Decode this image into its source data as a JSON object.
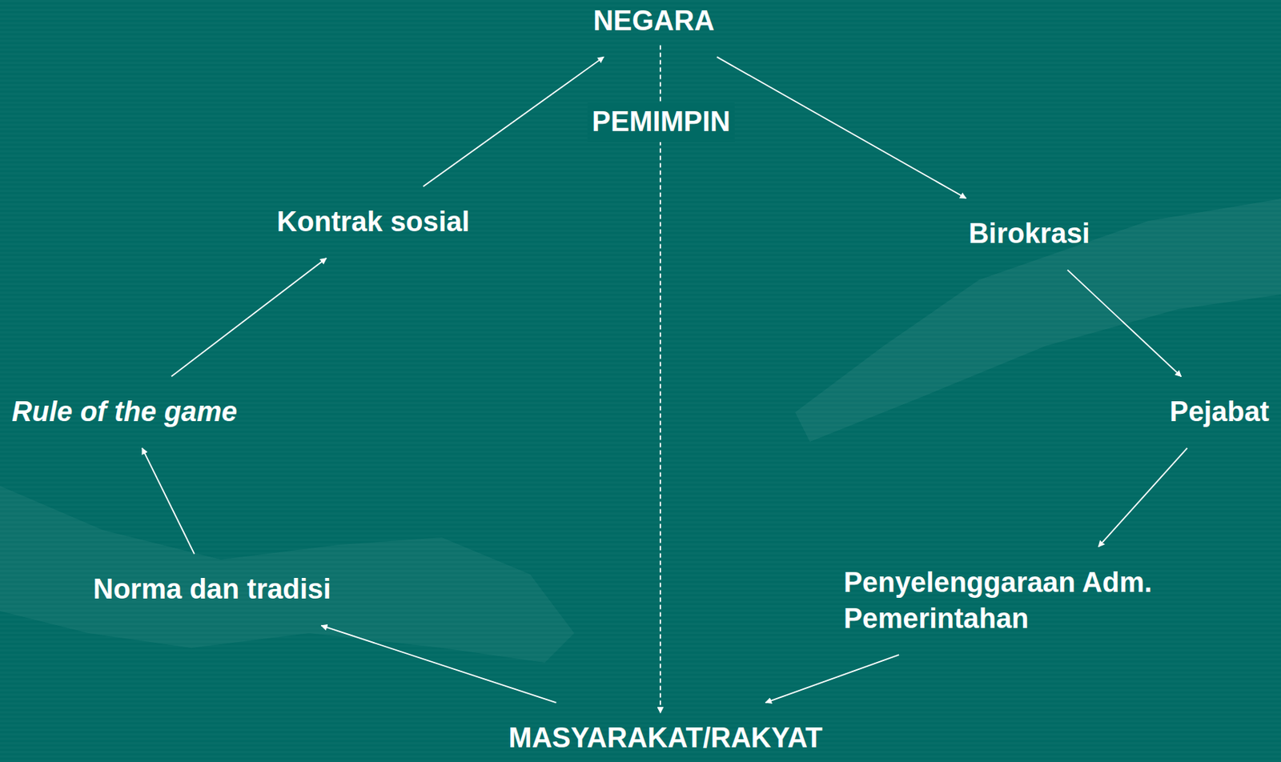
{
  "diagram": {
    "nodes": [
      {
        "text": [
          "NEGARA"
        ]
      },
      {
        "text": [
          "PEMIMPIN"
        ]
      },
      {
        "text": [
          "Kontrak sosial"
        ]
      },
      {
        "text": [
          "Birokrasi"
        ]
      },
      {
        "text": [
          "Rule of the game"
        ]
      },
      {
        "text": [
          "Pejabat"
        ]
      },
      {
        "text": [
          "Norma dan tradisi"
        ]
      },
      {
        "text": [
          "Penyelenggaraan Adm. Pemerintahan"
        ]
      },
      {
        "text": [
          "MASYARAKAT/RAKYAT"
        ]
      }
    ],
    "edges": [
      {
        "from": 2,
        "to": 0,
        "arrow": "to"
      },
      {
        "from": 0,
        "to": 3,
        "arrow": "to"
      },
      {
        "from": 3,
        "to": 5,
        "arrow": "to"
      },
      {
        "from": 5,
        "to": 7,
        "arrow": "to"
      },
      {
        "from": 7,
        "to": 8,
        "arrow": "to"
      },
      {
        "from": 8,
        "to": 6,
        "arrow": "to"
      },
      {
        "from": 6,
        "to": 4,
        "arrow": "to"
      },
      {
        "from": 4,
        "to": 2,
        "arrow": "to"
      },
      {
        "from": 0,
        "to": 8,
        "arrow": "to"
      }
    ]
  }
}
